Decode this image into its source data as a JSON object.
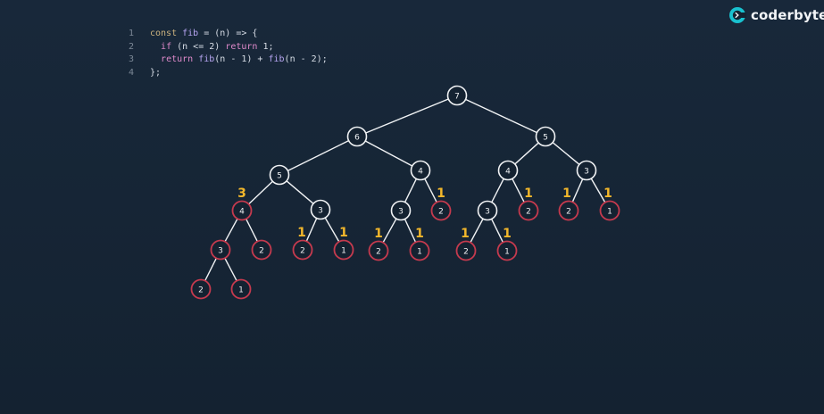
{
  "brand": {
    "name": "coderbyte",
    "accent": "#19c1cf"
  },
  "code": {
    "lines": [
      {
        "num": "1",
        "parts": [
          {
            "t": "const ",
            "c": "kw"
          },
          {
            "t": "fib",
            "c": "fn"
          },
          {
            "t": " = (n) => {",
            "c": "lit"
          }
        ]
      },
      {
        "num": "2",
        "parts": [
          {
            "t": "  ",
            "c": "lit"
          },
          {
            "t": "if",
            "c": "ret"
          },
          {
            "t": " (n <= 2) ",
            "c": "lit"
          },
          {
            "t": "return",
            "c": "ret"
          },
          {
            "t": " 1;",
            "c": "lit"
          }
        ]
      },
      {
        "num": "3",
        "parts": [
          {
            "t": "  ",
            "c": "lit"
          },
          {
            "t": "return",
            "c": "ret"
          },
          {
            "t": " ",
            "c": "lit"
          },
          {
            "t": "fib",
            "c": "fn"
          },
          {
            "t": "(n - 1) + ",
            "c": "lit"
          },
          {
            "t": "fib",
            "c": "fn"
          },
          {
            "t": "(n - 2);",
            "c": "lit"
          }
        ]
      },
      {
        "num": "4",
        "parts": [
          {
            "t": "};",
            "c": "lit"
          }
        ]
      }
    ]
  },
  "tree": {
    "nodes": [
      {
        "id": "n7",
        "label": "7",
        "base": false
      },
      {
        "id": "n6",
        "label": "6",
        "base": false
      },
      {
        "id": "n5r",
        "label": "5",
        "base": false
      },
      {
        "id": "n5l",
        "label": "5",
        "base": false
      },
      {
        "id": "n4m",
        "label": "4",
        "base": false
      },
      {
        "id": "n4r",
        "label": "4",
        "base": false
      },
      {
        "id": "n3r",
        "label": "3",
        "base": false
      },
      {
        "id": "n4l",
        "label": "4",
        "base": true
      },
      {
        "id": "n3a",
        "label": "3",
        "base": false
      },
      {
        "id": "n3b",
        "label": "3",
        "base": false
      },
      {
        "id": "n2b",
        "label": "2",
        "base": true
      },
      {
        "id": "n3c",
        "label": "3",
        "base": false
      },
      {
        "id": "n2c",
        "label": "2",
        "base": true
      },
      {
        "id": "n2d",
        "label": "2",
        "base": true
      },
      {
        "id": "n1d",
        "label": "1",
        "base": true
      },
      {
        "id": "n3e",
        "label": "3",
        "base": true
      },
      {
        "id": "n2e",
        "label": "2",
        "base": true
      },
      {
        "id": "n2f",
        "label": "2",
        "base": true
      },
      {
        "id": "n1f",
        "label": "1",
        "base": true
      },
      {
        "id": "n2g",
        "label": "2",
        "base": true
      },
      {
        "id": "n1g",
        "label": "1",
        "base": true
      },
      {
        "id": "n2h",
        "label": "2",
        "base": true
      },
      {
        "id": "n1h",
        "label": "1",
        "base": true
      },
      {
        "id": "n2i",
        "label": "2",
        "base": true
      },
      {
        "id": "n1i",
        "label": "1",
        "base": true
      }
    ],
    "edges": [
      [
        "n7",
        "n6"
      ],
      [
        "n7",
        "n5r"
      ],
      [
        "n6",
        "n5l"
      ],
      [
        "n6",
        "n4m"
      ],
      [
        "n5r",
        "n4r"
      ],
      [
        "n5r",
        "n3r"
      ],
      [
        "n5l",
        "n4l"
      ],
      [
        "n5l",
        "n3a"
      ],
      [
        "n4m",
        "n3b"
      ],
      [
        "n4m",
        "n2b"
      ],
      [
        "n4r",
        "n3c"
      ],
      [
        "n4r",
        "n2c"
      ],
      [
        "n3r",
        "n2d"
      ],
      [
        "n3r",
        "n1d"
      ],
      [
        "n4l",
        "n3e"
      ],
      [
        "n4l",
        "n2e"
      ],
      [
        "n3a",
        "n2f"
      ],
      [
        "n3a",
        "n1f"
      ],
      [
        "n3b",
        "n2g"
      ],
      [
        "n3b",
        "n1g"
      ],
      [
        "n3c",
        "n2h"
      ],
      [
        "n3c",
        "n1h"
      ],
      [
        "n3e",
        "n2i"
      ],
      [
        "n3e",
        "n1i"
      ]
    ],
    "annotations": [
      {
        "id": "a-n4l",
        "text": "3"
      },
      {
        "id": "a-n2b",
        "text": "1"
      },
      {
        "id": "a-n2c",
        "text": "1"
      },
      {
        "id": "a-n2d",
        "text": "1"
      },
      {
        "id": "a-n1d",
        "text": "1"
      },
      {
        "id": "a-n2f",
        "text": "1"
      },
      {
        "id": "a-n1f",
        "text": "1"
      },
      {
        "id": "a-n2g",
        "text": "1"
      },
      {
        "id": "a-n1g",
        "text": "1"
      },
      {
        "id": "a-n2h",
        "text": "1"
      },
      {
        "id": "a-n1h",
        "text": "1"
      }
    ],
    "colors": {
      "node": "#f1f3f5",
      "base_ring": "#c53a4e",
      "memo_value": "#f2b72b",
      "background": "#16263a"
    }
  }
}
